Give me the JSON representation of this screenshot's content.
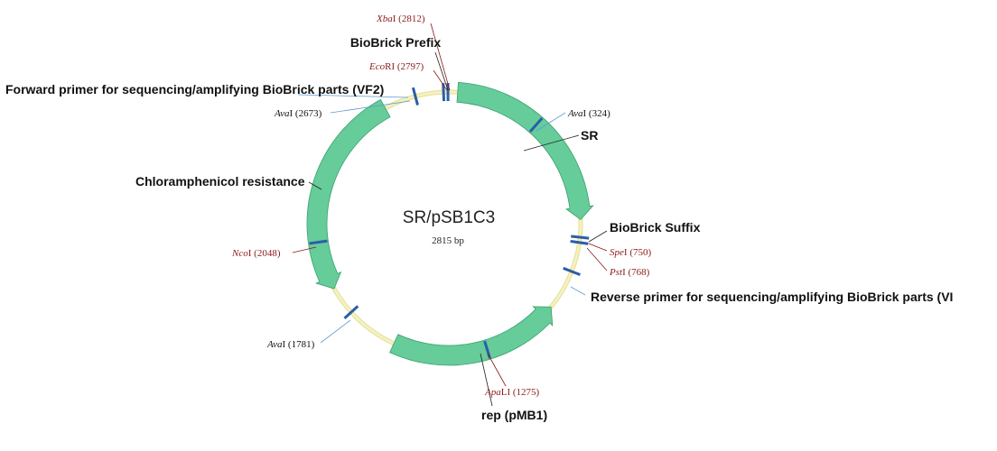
{
  "plasmid": {
    "name": "SR/pSB1C3",
    "length_label": "2815 bp",
    "total_bp": 2815
  },
  "colors": {
    "backbone_outer": "#e8e29a",
    "backbone_inner": "#f5f2c6",
    "feature_fill": "#66cc99",
    "feature_stroke": "#3aa070",
    "site_tick": "#2b5ea8",
    "blue_line": "#5b9bd5",
    "red_line": "#8b1a1a",
    "red_text": "#8b1a1a",
    "black_text": "#111111"
  },
  "sites": [
    {
      "id": "xbai",
      "name": "Xba",
      "suffix": "I",
      "position": "2812",
      "bp": 2812,
      "color": "red"
    },
    {
      "id": "ecori",
      "name": "Eco",
      "suffix": "RI",
      "position": "2797",
      "bp": 2797,
      "color": "red"
    },
    {
      "id": "vf2",
      "label": "Forward primer for sequencing/amplifying BioBrick parts (VF2)",
      "bp": 2700,
      "color": "blue"
    },
    {
      "id": "avai-2673",
      "name": "Ava",
      "suffix": "I",
      "position": "2673",
      "bp": 2673,
      "color": "black"
    },
    {
      "id": "avai-324",
      "name": "Ava",
      "suffix": "I",
      "position": "324",
      "bp": 324,
      "color": "black"
    },
    {
      "id": "spei",
      "name": "Spe",
      "suffix": "I",
      "position": "750",
      "bp": 750,
      "color": "red"
    },
    {
      "id": "psti",
      "name": "Pst",
      "suffix": "I",
      "position": "768",
      "bp": 768,
      "color": "red"
    },
    {
      "id": "vr",
      "label": "Reverse primer for sequencing/amplifying BioBrick parts (VI",
      "bp": 870,
      "color": "blue"
    },
    {
      "id": "apali",
      "name": "Apa",
      "suffix": "LI",
      "position": "1275",
      "bp": 1275,
      "color": "red"
    },
    {
      "id": "avai-1781",
      "name": "Ava",
      "suffix": "I",
      "position": "1781",
      "bp": 1781,
      "color": "black"
    },
    {
      "id": "ncoi",
      "name": "Nco",
      "suffix": "I",
      "position": "2048",
      "bp": 2048,
      "color": "red"
    }
  ],
  "features": [
    {
      "id": "sr",
      "label": "SR",
      "start": 30,
      "end": 690,
      "direction": "forward"
    },
    {
      "id": "rep",
      "label": "rep (pMB1)",
      "start": 1010,
      "end": 1600,
      "direction": "reverse"
    },
    {
      "id": "cmr",
      "label": "Chloramphenicol resistance",
      "start": 1880,
      "end": 2590,
      "direction": "reverse"
    }
  ],
  "annotations": {
    "biobrick_prefix": "BioBrick Prefix",
    "biobrick_suffix": "BioBrick Suffix"
  }
}
